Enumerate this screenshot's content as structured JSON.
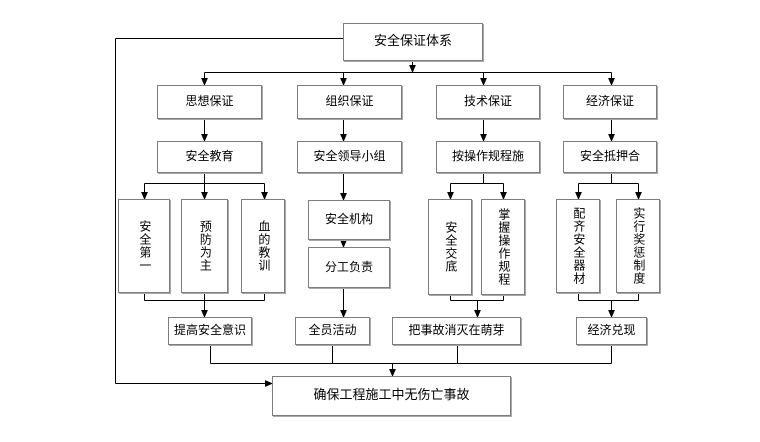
{
  "figure_type": "flowchart",
  "colors": {
    "background": "#ffffff",
    "box_border": "#7d7d7d",
    "connector_line": "#000000",
    "text": "#000000"
  },
  "diagram": {
    "nodes": {
      "root": {
        "label": "安全保证体系"
      },
      "sixiang": {
        "label": "思想保证"
      },
      "zuzhi": {
        "label": "组织保证"
      },
      "jishu": {
        "label": "技术保证"
      },
      "jingji": {
        "label": "经济保证"
      },
      "jiaoyu": {
        "label": "安全教育"
      },
      "xiaozu": {
        "label": "安全领导小组"
      },
      "guicheng": {
        "label": "按操作规程施"
      },
      "diya": {
        "label": "安全抵押合"
      },
      "diyi": {
        "label": "安全第一"
      },
      "yufang": {
        "label": "预防为主"
      },
      "xuede": {
        "label": "血的教训"
      },
      "jigou": {
        "label": "安全机构"
      },
      "fengong": {
        "label": "分工负责"
      },
      "jiaodi": {
        "label": "安全交底"
      },
      "zhangwo": {
        "label": "掌握操作规程"
      },
      "peiqi": {
        "label": "配齐安全器材"
      },
      "jiangcheng": {
        "label": "实行奖惩制度"
      },
      "tigao": {
        "label": "提高安全意识"
      },
      "quanyuan": {
        "label": "全员活动"
      },
      "mengya": {
        "label": "把事故消灭在萌芽"
      },
      "duixian": {
        "label": "经济兑现"
      },
      "bottom": {
        "label": "确保工程施工中无伤亡事故"
      }
    },
    "edges": [
      {
        "from": "root",
        "to": "sixiang"
      },
      {
        "from": "root",
        "to": "zuzhi"
      },
      {
        "from": "root",
        "to": "jishu"
      },
      {
        "from": "root",
        "to": "jingji"
      },
      {
        "from": "sixiang",
        "to": "jiaoyu"
      },
      {
        "from": "jiaoyu",
        "to": "diyi"
      },
      {
        "from": "jiaoyu",
        "to": "yufang"
      },
      {
        "from": "jiaoyu",
        "to": "xuede"
      },
      {
        "from": "diyi",
        "to": "tigao"
      },
      {
        "from": "yufang",
        "to": "tigao"
      },
      {
        "from": "xuede",
        "to": "tigao"
      },
      {
        "from": "zuzhi",
        "to": "xiaozu"
      },
      {
        "from": "xiaozu",
        "to": "jigou"
      },
      {
        "from": "jigou",
        "to": "fengong"
      },
      {
        "from": "fengong",
        "to": "quanyuan"
      },
      {
        "from": "jishu",
        "to": "guicheng"
      },
      {
        "from": "guicheng",
        "to": "jiaodi"
      },
      {
        "from": "guicheng",
        "to": "zhangwo"
      },
      {
        "from": "jiaodi",
        "to": "mengya"
      },
      {
        "from": "zhangwo",
        "to": "mengya"
      },
      {
        "from": "jingji",
        "to": "diya"
      },
      {
        "from": "diya",
        "to": "peiqi"
      },
      {
        "from": "diya",
        "to": "jiangcheng"
      },
      {
        "from": "peiqi",
        "to": "duixian"
      },
      {
        "from": "jiangcheng",
        "to": "duixian"
      },
      {
        "from": "tigao",
        "to": "bottom"
      },
      {
        "from": "quanyuan",
        "to": "bottom"
      },
      {
        "from": "mengya",
        "to": "bottom"
      },
      {
        "from": "duixian",
        "to": "bottom"
      },
      {
        "from": "root",
        "to": "bottom"
      }
    ]
  }
}
